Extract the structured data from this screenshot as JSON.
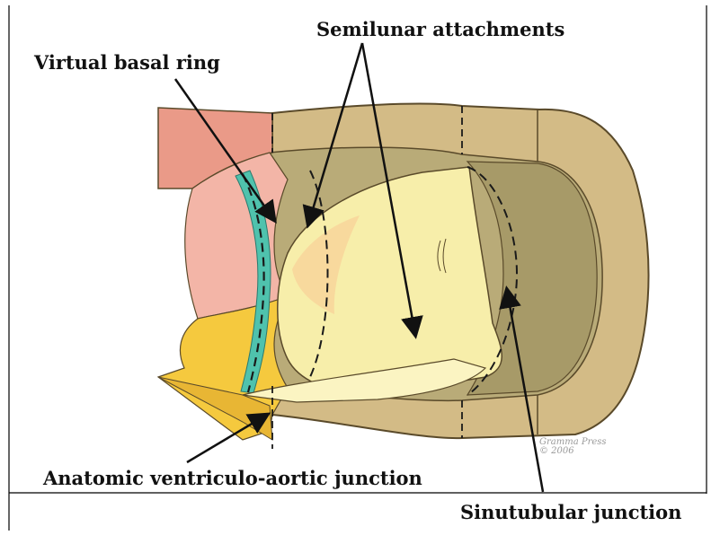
{
  "labels": {
    "semilunar": "Semilunar attachments",
    "virtual_basal_ring": "Virtual basal ring",
    "anatomic_junction": "Anatomic ventriculo-aortic junction",
    "sinutubular": "Sinutubular junction"
  },
  "signature": {
    "line1": "Gramma Press",
    "line2": "© 2006"
  },
  "colors": {
    "wall_outer": "#d3bb86",
    "wall_stroke": "#5a4a2a",
    "sinus_interior": "#b9ab78",
    "lumen_dark": "#a79a68",
    "myocardium": "#ea9a88",
    "myocardium_light": "#f3b5a7",
    "fibrous_tissue": "#f5c93e",
    "basal_ring": "#4fc2ad",
    "leaflet": "#f7eeaa",
    "leaflet_light": "#fbf4c2",
    "frame": "#000000"
  }
}
